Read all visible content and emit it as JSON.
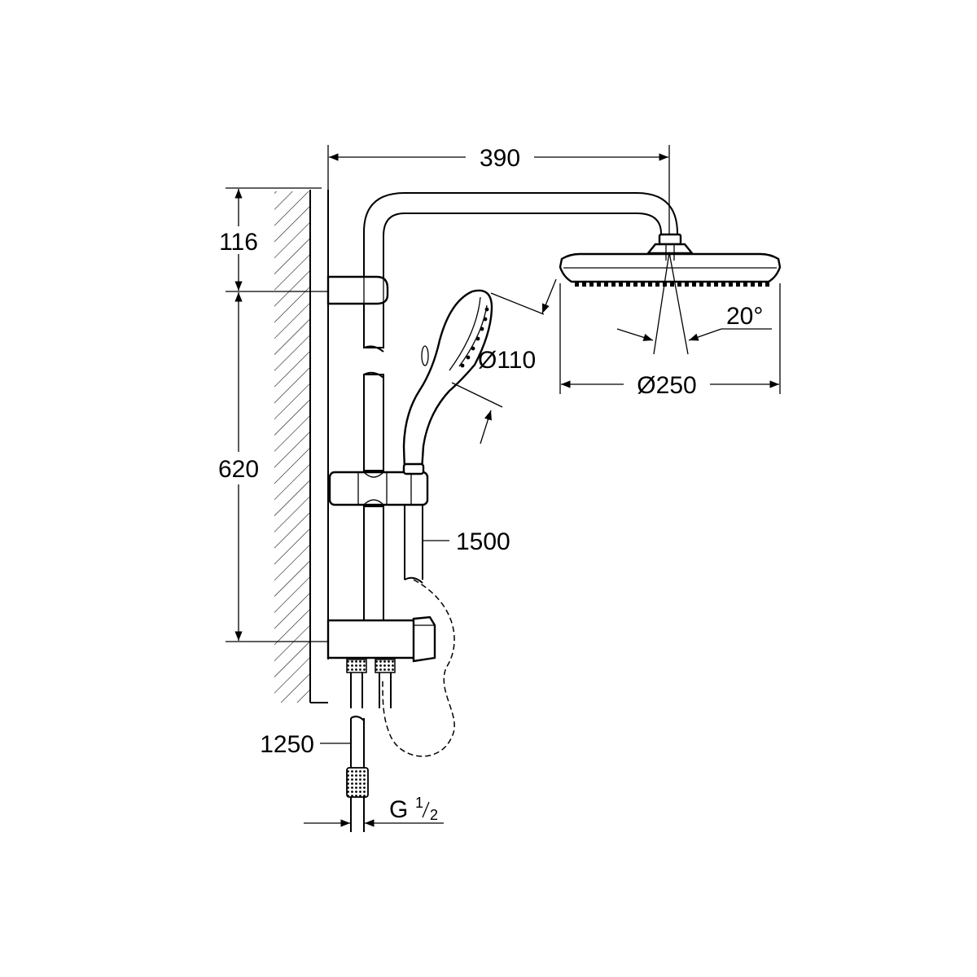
{
  "dimensions": {
    "arm_reach": "390",
    "top_offset": "116",
    "rail_height": "620",
    "hand_shower_diameter": "Ø110",
    "head_shower_diameter": "Ø250",
    "head_tilt_angle": "20°",
    "hand_hose_length": "1500",
    "supply_hose_length": "1250",
    "thread_main": "G",
    "thread_fraction_num": "1",
    "thread_fraction_den": "2"
  }
}
